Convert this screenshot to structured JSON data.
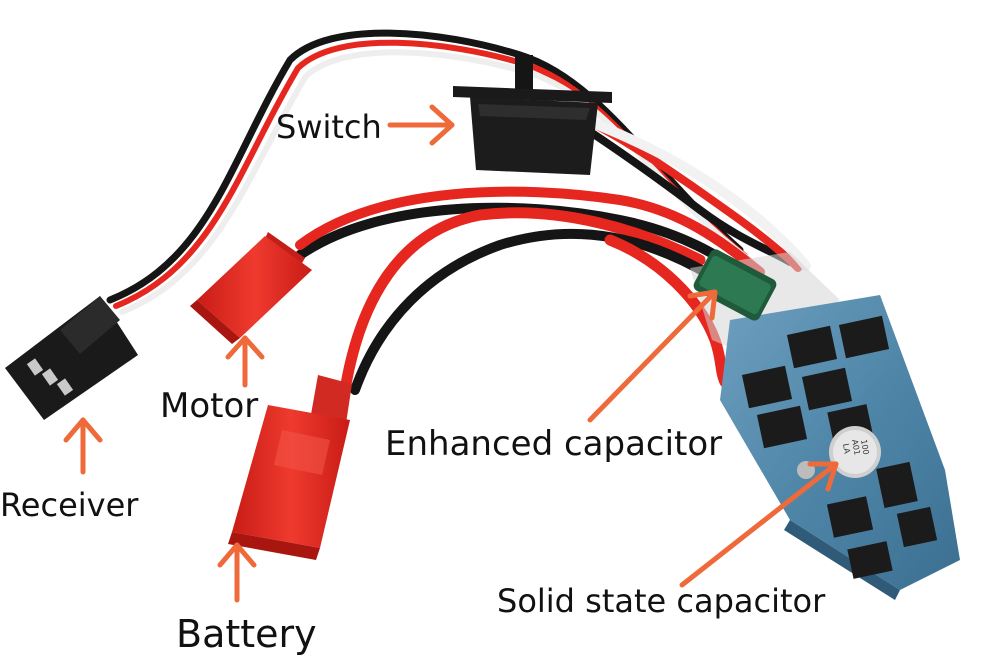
{
  "labels": {
    "switch": "Switch",
    "motor": "Motor",
    "receiver": "Receiver",
    "battery": "Battery",
    "enhanced_capacitor": "Enhanced capacitor",
    "solid_state_capacitor": "Solid state capacitor"
  },
  "colors": {
    "arrow": "#ef6a3a",
    "wire_red": "#e5271f",
    "wire_black": "#151515",
    "wire_white": "#f2f2f2",
    "connector_red": "#df2a22",
    "connector_black": "#1a1a1a",
    "pcb": "#4f86a8"
  },
  "component_markings": {
    "capacitor_top": "LA",
    "capacitor_mid": "A01",
    "capacitor_bottom": "100"
  }
}
